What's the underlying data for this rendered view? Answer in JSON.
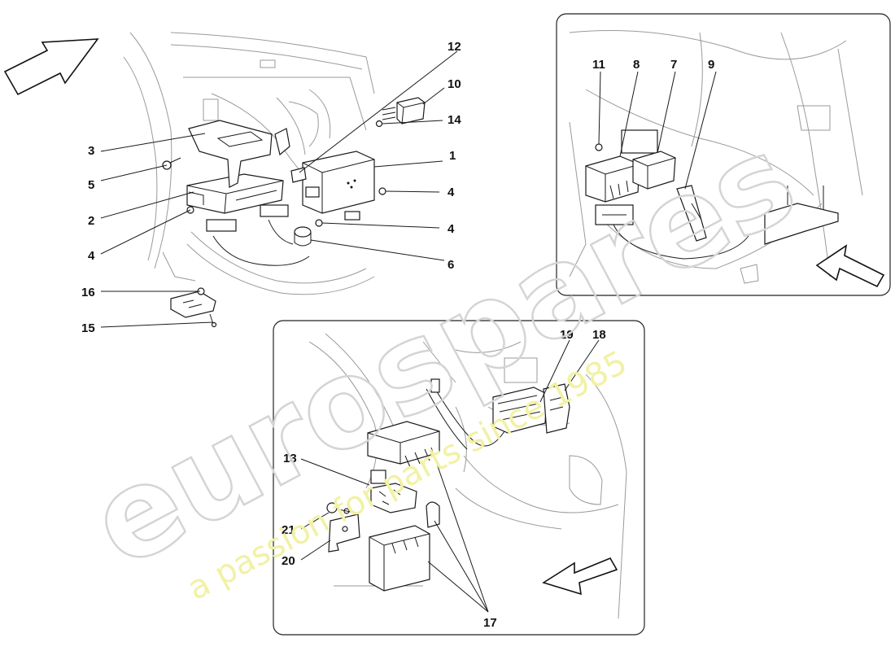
{
  "watermark": {
    "brand": "eurospares",
    "tagline": "a passion for parts since 1985"
  },
  "callouts": {
    "main": [
      "12",
      "10",
      "14",
      "1",
      "3",
      "5",
      "2",
      "4",
      "4",
      "4",
      "6",
      "16",
      "15"
    ],
    "inset_top_right": [
      "11",
      "8",
      "7",
      "9"
    ],
    "inset_bottom": [
      "19",
      "18",
      "13",
      "21",
      "20",
      "17"
    ]
  },
  "arrows": [
    "view-arrow-top-left",
    "view-arrow-inset-right",
    "view-arrow-inset-bottom"
  ],
  "colors": {
    "line": "#1a1a1a",
    "watermark_gray": "#d4d4d4",
    "watermark_yellow": "#f2f1a4"
  }
}
